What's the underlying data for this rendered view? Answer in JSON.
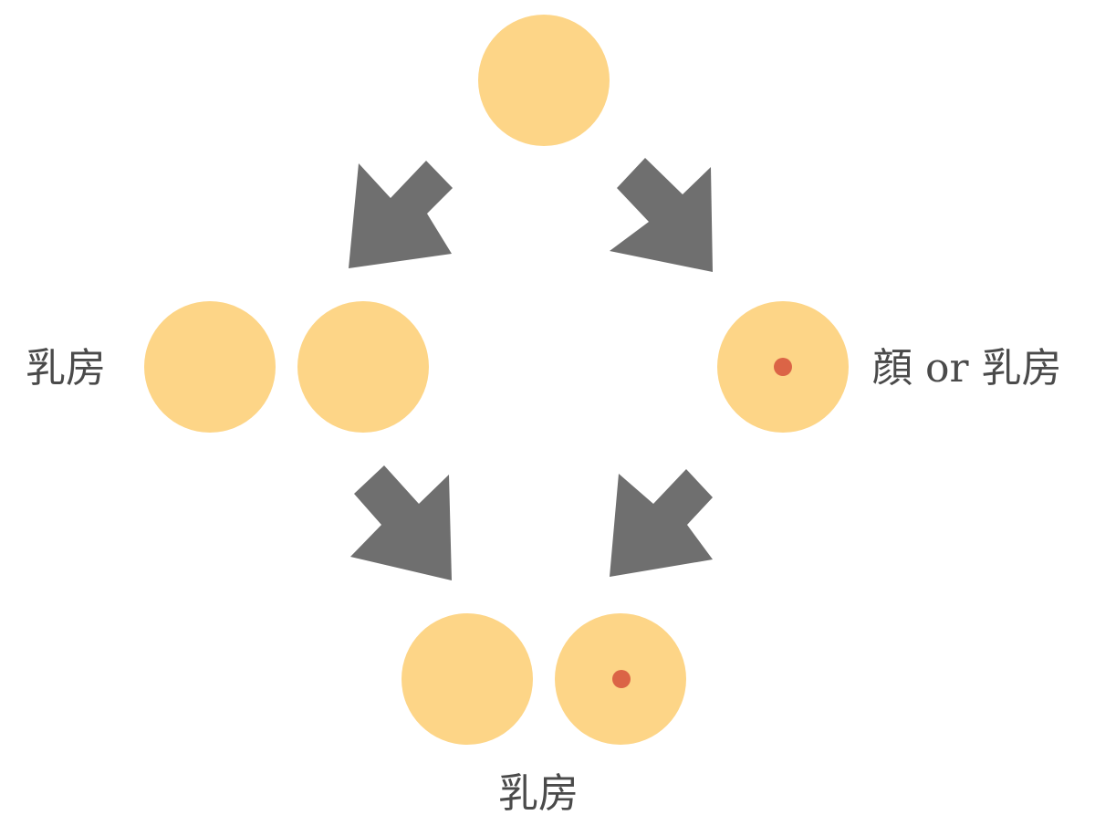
{
  "labels": {
    "left": "乳房",
    "right": "顔 or 乳房",
    "bottom": "乳房"
  },
  "colors": {
    "circle": "#FDD587",
    "dot": "#DB6446",
    "arrow": "#6F6F6F"
  }
}
